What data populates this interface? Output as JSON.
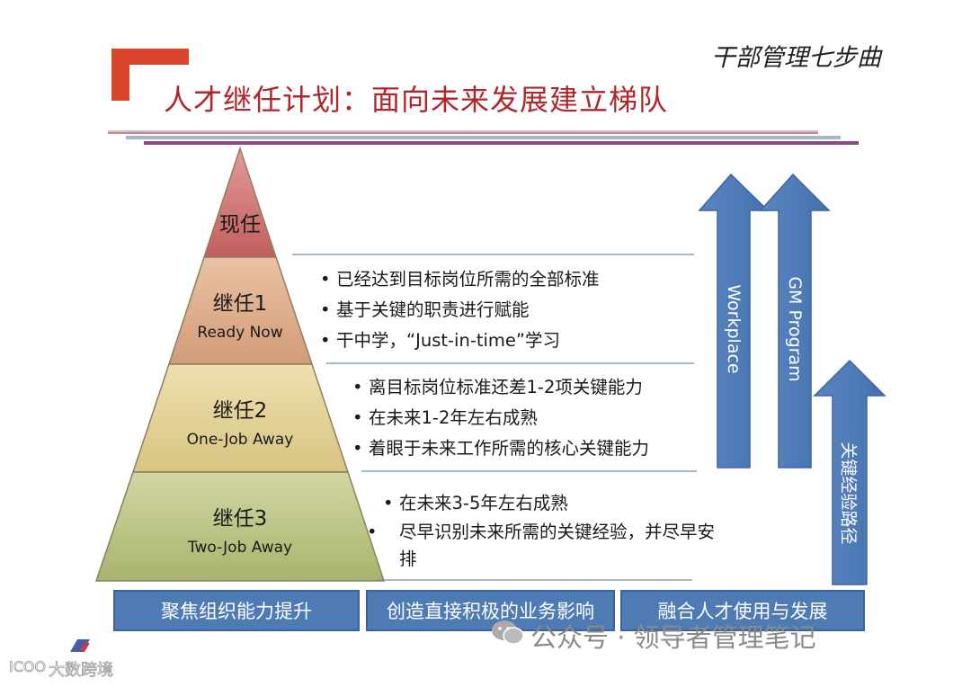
{
  "header": {
    "series": "干部管理七步曲",
    "title": "人才继任计划：面向未来发展建立梯队"
  },
  "pyramid": [
    {
      "name": "现任"
    },
    {
      "name": "继任1",
      "readiness": "Ready Now"
    },
    {
      "name": "继任2",
      "readiness": "One-Job Away"
    },
    {
      "name": "继任3",
      "readiness": "Two-Job Away"
    }
  ],
  "tiers": [
    {
      "bullets": [
        "已经达到目标岗位所需的全部标准",
        "基于关键的职责进行赋能",
        "干中学，“Just-in-time”学习"
      ]
    },
    {
      "bullets": [
        "离目标岗位标准还差1-2项关键能力",
        "在未来1-2年左右成熟",
        "着眼于未来工作所需的核心关键能力"
      ]
    },
    {
      "bullets": [
        "在未来3-5年左右成熟",
        "尽早识别未来所需的关键经验，并尽早安排"
      ]
    }
  ],
  "arrows": [
    "Workplace",
    "GM Program",
    "关键经验路径"
  ],
  "footer": [
    "聚焦组织能力提升",
    "创造直接积极的业务影响",
    "融合人才使用与发展"
  ],
  "watermarks": {
    "wechat": "公众号 · 领导者管理笔记",
    "bottom_left": "大数跨境"
  },
  "colors": {
    "title_red": "#b0262a",
    "arrow_blue": "#4f7bb5",
    "tier1": "#c96a6a",
    "tier2": "#dca786",
    "tier3": "#dccb8a",
    "tier4": "#b5bd7c"
  }
}
